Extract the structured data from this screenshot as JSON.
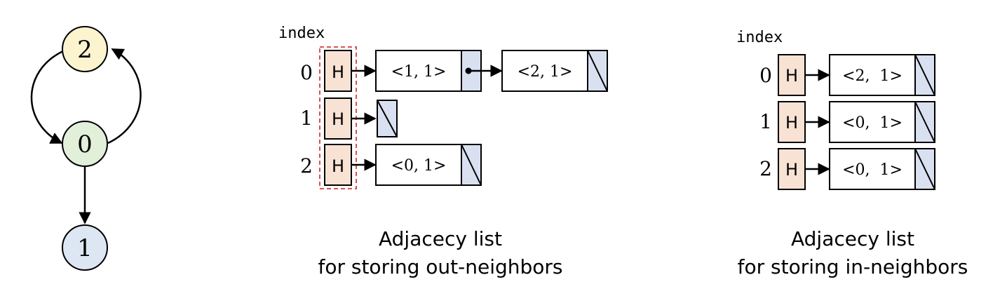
{
  "graph": {
    "nodes": [
      {
        "label": "2",
        "fill": "#fcf3cf"
      },
      {
        "label": "0",
        "fill": "#e2efd9"
      },
      {
        "label": "1",
        "fill": "#dde7f3"
      }
    ]
  },
  "out_list": {
    "index_header": "index",
    "rows": [
      {
        "index": "0",
        "head": "H",
        "entries": [
          "<1, 1>",
          "<2, 1>"
        ]
      },
      {
        "index": "1",
        "head": "H",
        "entries": []
      },
      {
        "index": "2",
        "head": "H",
        "entries": [
          "<0, 1>"
        ]
      }
    ],
    "caption_line1": "Adjacecy list",
    "caption_line2": "for storing out-neighbors"
  },
  "in_list": {
    "index_header": "index",
    "rows": [
      {
        "index": "0",
        "head": "H",
        "entries": [
          "<2,  1>"
        ]
      },
      {
        "index": "1",
        "head": "H",
        "entries": [
          "<0,  1>"
        ]
      },
      {
        "index": "2",
        "head": "H",
        "entries": [
          "<0,  1>"
        ]
      }
    ],
    "caption_line1": "Adjacecy list",
    "caption_line2": "for storing in-neighbors"
  },
  "colors": {
    "head_fill": "#f8e2d4",
    "pointer_fill": "#d9e1f1",
    "highlight_dash": "#d9534f"
  }
}
